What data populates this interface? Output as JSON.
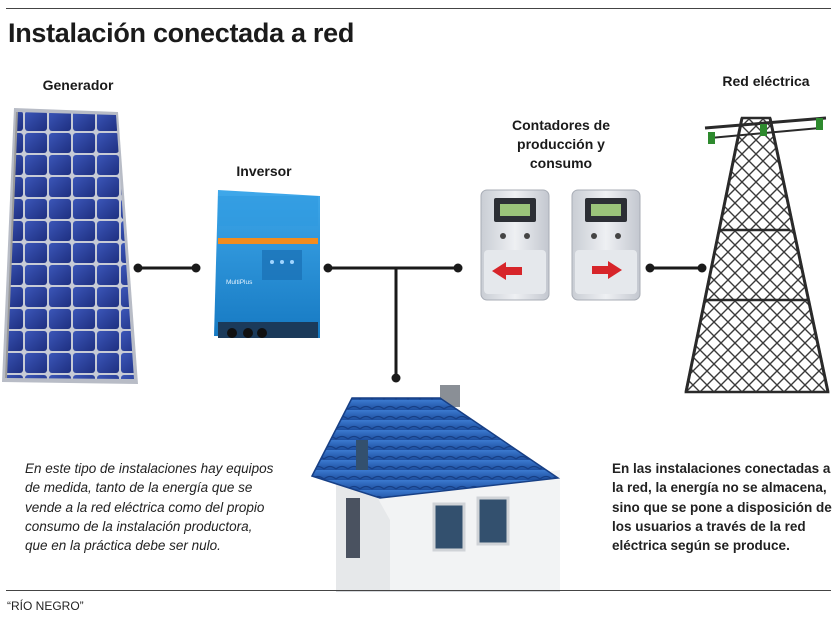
{
  "title": "Instalación conectada a red",
  "labels": {
    "generator": "Generador",
    "inverter": "Inversor",
    "meters_line1": "Contadores de",
    "meters_line2": "producción y",
    "meters_line3": "consumo",
    "grid": "Red eléctrica"
  },
  "device_text": {
    "inverter_brand": "MultiPlus"
  },
  "notes": {
    "left": "En este tipo de instalaciones hay equipos de medida, tanto de la energía que se vende a la red eléctrica como del propio consumo de la instalación productora, que en la práctica debe ser nulo.",
    "right": "En las instalaciones conectadas a la red, la energía no se almacena, sino que se pone a disposición de los usuarios a través de la red eléctrica según se produce."
  },
  "source": "“RÍO NEGRO”",
  "colors": {
    "panel_blue": "#2a3f9a",
    "inverter_blue": "#1f8ed6",
    "roof_blue": "#2c63b8",
    "arrow_red": "#d7252a",
    "connector": "#1a1a1a"
  }
}
